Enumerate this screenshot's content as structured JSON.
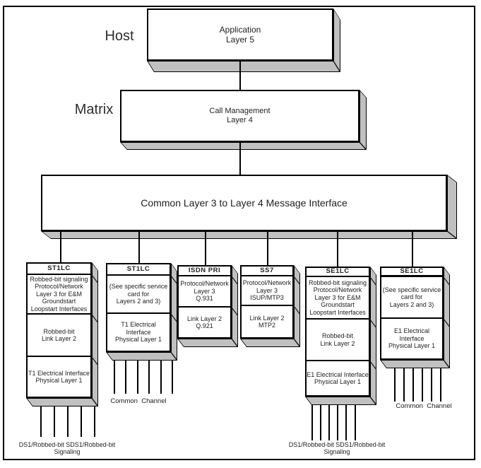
{
  "page": {
    "host_label": "Host",
    "matrix_label": "Matrix"
  },
  "boxes": {
    "host": "Application\nLayer 5",
    "matrix": "Call Management\nLayer 4",
    "common": "Common Layer 3 to Layer 4 Message Interface"
  },
  "cards": [
    {
      "title": "ST1LC",
      "sections": [
        "Robbed-bit signaling\nProtocol/Network\nLayer 3 for E&M\nGroundstart\nLoopstart Interfaces",
        "Robbed-bit\nLink Layer 2",
        "T1 Electrical Interface\nPhysical Layer 1"
      ]
    },
    {
      "title": "ST1LC",
      "sections": [
        "(See  specific service\ncard for\nLayers 2 and 3)",
        "T1 Electrical\nInterface\nPhysical Layer 1"
      ]
    },
    {
      "title": "ISDN PRI",
      "sections": [
        "Protocol/Network\nLayer 3\nQ.931",
        "Link Layer 2\nQ.921"
      ]
    },
    {
      "title": "SS7",
      "sections": [
        "Protocol/Network\nLayer 3\nISUP/MTP3",
        "Link Layer 2\nMTP2"
      ]
    },
    {
      "title": "SE1LC",
      "sections": [
        "Robbed-bit signaling\nProtocol/Network\nLayer 3 for E&M\nGroundstart\nLoopstart Interfaces",
        "Robbed-bit\nLink Layer 2",
        "E1 Electrical Interface\nPhysical Layer 1"
      ]
    },
    {
      "title": "SE1LC",
      "sections": [
        "(See  specific service\ncard for\nLayers 2 and 3)",
        "E1 Electrical\nInterface\nPhysical Layer 1"
      ]
    }
  ],
  "bottom_labels": {
    "ds1": "DS1/Robbed-bit SDS1/Robbed-bit\nSignaling",
    "common_channel": "Common  Channel"
  },
  "colors": {
    "stroke": "#000000",
    "box_fill": "#ffffff",
    "shade_fill": "#c0c0c0"
  }
}
